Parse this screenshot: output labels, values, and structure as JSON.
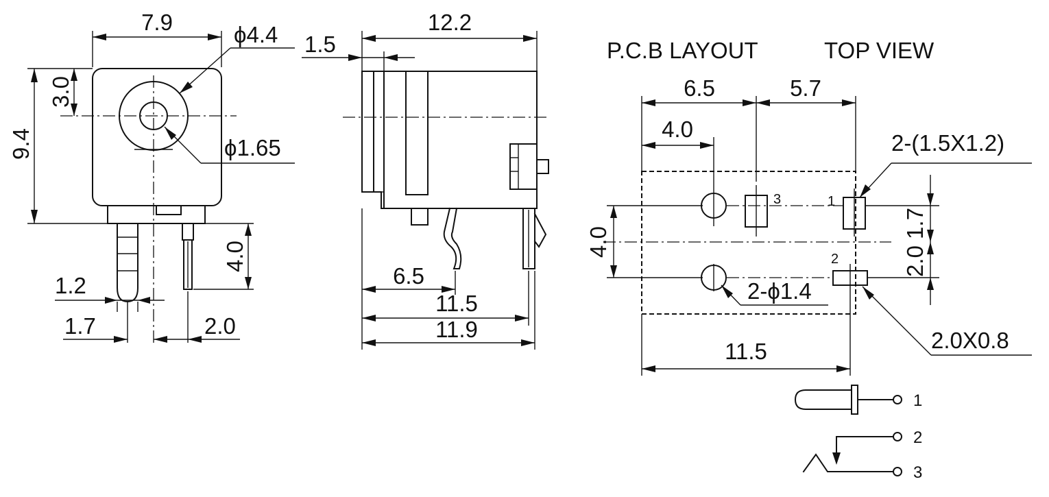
{
  "front": {
    "width": "7.9",
    "height": "9.4",
    "center_height": "3.0",
    "outer_dia": "ϕ4.4",
    "inner_dia": "ϕ1.65",
    "pin_length": "4.0",
    "pin_width": "1.2",
    "pin_offset_left": "1.7",
    "pin_offset_right": "2.0"
  },
  "side": {
    "length": "12.2",
    "flange": "1.5",
    "pin_a": "6.5",
    "pin_b": "11.5",
    "pin_c": "11.9"
  },
  "layout": {
    "title": "P.C.B LAYOUT",
    "view": "TOP VIEW",
    "dx1": "6.5",
    "dx2": "5.7",
    "dx3": "4.0",
    "pad_size_1": "2-(1.5X1.2)",
    "pad_size_2": "2.0X0.8",
    "holes": "2-ϕ1.4",
    "height": "4.0",
    "dy1": "1.7",
    "dy2": "2.0",
    "width": "11.5",
    "pin1": "1",
    "pin2": "2",
    "pin3": "3"
  },
  "schematic": {
    "t1": "1",
    "t2": "2",
    "t3": "3"
  }
}
